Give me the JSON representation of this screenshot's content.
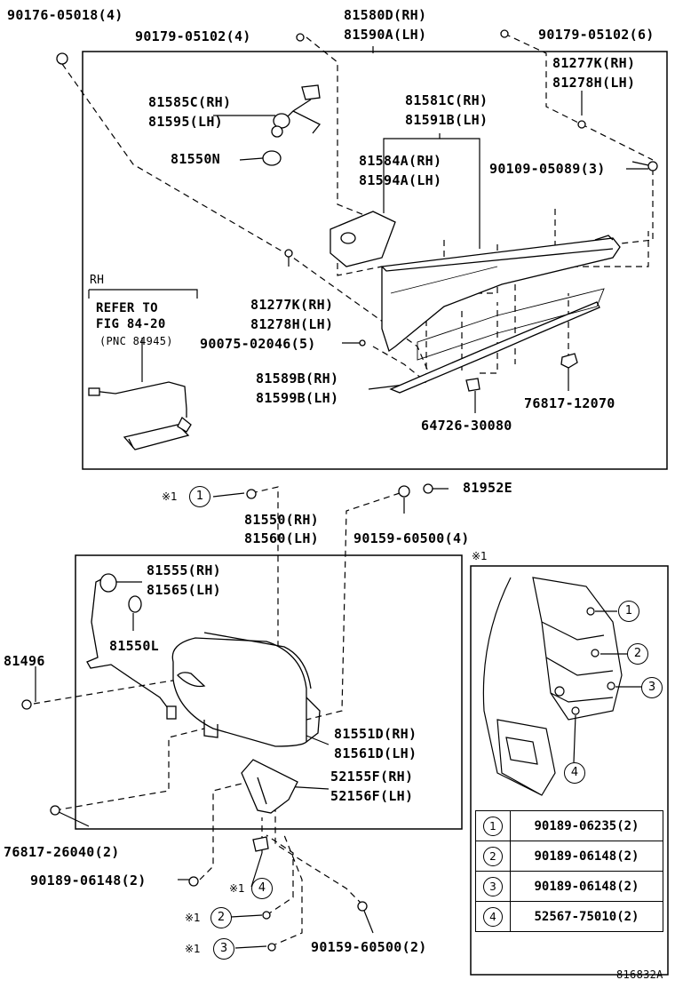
{
  "top": {
    "p_90176": "90176-05018(4)",
    "p_90179a": "90179-05102(4)",
    "p_81580": "81580D(RH)",
    "p_81590": "81590A(LH)",
    "p_90179b": "90179-05102(6)",
    "p_81277a": "81277K(RH)",
    "p_81278a": "81278H(LH)",
    "p_81585": "81585C(RH)",
    "p_81595": "81595(LH)",
    "p_81581": "81581C(RH)",
    "p_81591": "81591B(LH)",
    "p_81550n": "81550N",
    "p_81584": "81584A(RH)",
    "p_81594": "81594A(LH)",
    "p_90109": "90109-05089(3)",
    "rh": "RH",
    "refer1": "REFER TO",
    "refer2": "FIG 84-20",
    "refer3": "(PNC 84945)",
    "p_81277b": "81277K(RH)",
    "p_81278b": "81278H(LH)",
    "p_90075": "90075-02046(5)",
    "p_81589": "81589B(RH)",
    "p_81599": "81599B(LH)",
    "p_76817a": "76817-12070",
    "p_64726": "64726-30080"
  },
  "bottom": {
    "mark1": "※1",
    "c1": "1",
    "p_81952": "81952E",
    "p_81550": "81550(RH)",
    "p_81560": "81560(LH)",
    "p_90159a": "90159-60500(4)",
    "p_81555": "81555(RH)",
    "p_81565": "81565(LH)",
    "p_81550l": "81550L",
    "p_81496": "81496",
    "p_81551": "81551D(RH)",
    "p_81561": "81561D(LH)",
    "p_52155": "52155F(RH)",
    "p_52156": "52156F(LH)",
    "p_76817b": "76817-26040(2)",
    "p_90189": "90189-06148(2)",
    "mark4": "※1",
    "c4": "4",
    "mark2": "※1",
    "c2": "2",
    "mark3": "※1",
    "c3": "3",
    "p_90159b": "90159-60500(2)"
  },
  "inset": {
    "mark": "※1",
    "callouts": [
      "1",
      "2",
      "3",
      "4"
    ]
  },
  "legend": [
    {
      "num": "1",
      "part": "90189-06235(2)"
    },
    {
      "num": "2",
      "part": "90189-06148(2)"
    },
    {
      "num": "3",
      "part": "90189-06148(2)"
    },
    {
      "num": "4",
      "part": "52567-75010(2)"
    }
  ],
  "figure_id": "816832A"
}
